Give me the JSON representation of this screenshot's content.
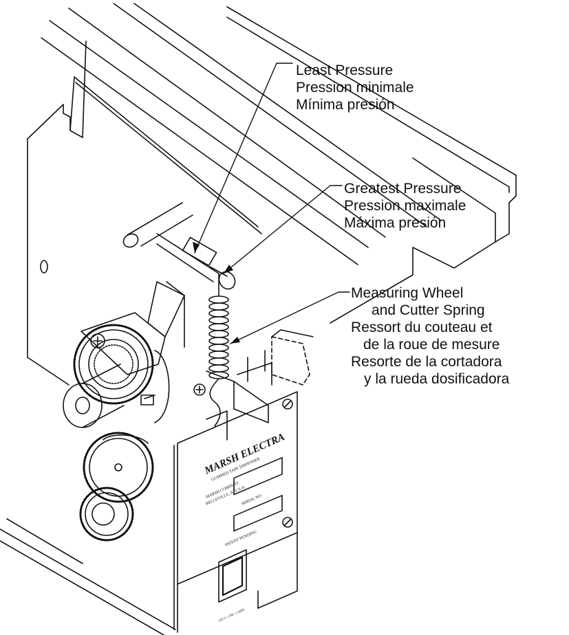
{
  "callouts": {
    "least_pressure": {
      "en": "Least Pressure",
      "fr": "Pression minimale",
      "es": "Mínima presión"
    },
    "greatest_pressure": {
      "en": "Greatest Pressure",
      "fr": "Pression maximale",
      "es": "Máxima presión"
    },
    "spring": {
      "en_1": "Measuring Wheel",
      "en_2": "and Cutter Spring",
      "fr_1": "Ressort du couteau et",
      "fr_2": "de la roue de mesure",
      "es_1": "Resorte de la cortadora",
      "es_2": "y la rueda dosificadora"
    }
  },
  "nameplate": {
    "brand": "MARSH ELECTRA",
    "subtitle": "GUMMED TAPE DISPENSER",
    "company_1": "MARSH COMPANY",
    "company_2": "BELLEVILLE, IL U.S.A.",
    "serial_label": "SERIAL NO.",
    "patent": "PATENT PENDING",
    "rating": "120 V. 1 PH. 1 AMP."
  },
  "colors": {
    "ink": "#111111",
    "paper": "#ffffff"
  }
}
